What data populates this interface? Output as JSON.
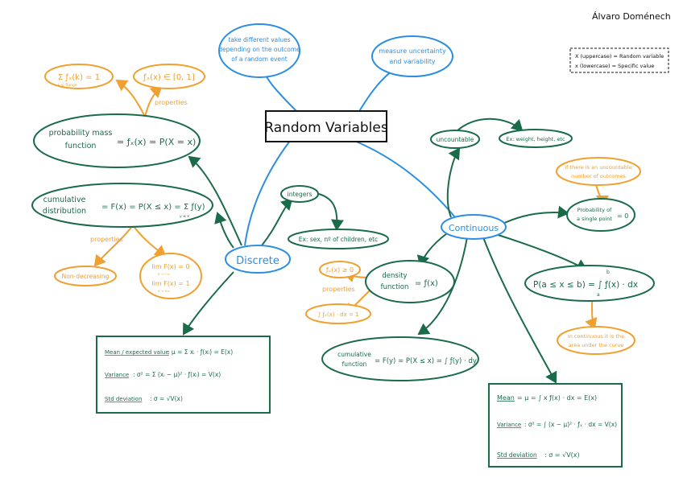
{
  "author": "Álvaro Doménech",
  "legend": {
    "line1": "X (uppercase) = Random variable",
    "line2": "x (lowercase) = Specific value"
  },
  "title": "Random Variables",
  "definition": {
    "take_values": [
      "take different values",
      "depending on the outcome",
      "of a random event"
    ],
    "measure": [
      "measure uncertainty",
      "and variability"
    ]
  },
  "discrete": {
    "label": "Discrete",
    "pmf_label": [
      "probability mass",
      "function"
    ],
    "pmf_formula": "= ƒₓ(x) = P(X = x)",
    "sum_rule": "Σ ƒₓ(k) = 1",
    "sum_sub": "k ∈ Range",
    "range_rule": "ƒₓ(x) ∈ [0, 1]",
    "pmf_properties": "properties",
    "cdf_label": [
      "cumulative",
      "distribution"
    ],
    "cdf_formula": "= F(x) = P(X ≤ x) = Σ ƒ(y)",
    "cdf_sub": "y ≤ x",
    "cdf_properties": "properties",
    "non_decreasing": "Non-decreasing",
    "limits": [
      "lim F(x) = 0",
      "lim F(x) = 1"
    ],
    "limit_subs": [
      "x → −∞",
      "x → +∞"
    ],
    "integers": "integers",
    "example": "Ex:  sex, nº of children, etc",
    "stats": {
      "mean_label": "Mean / expected value",
      "mean_formula": ":   μ = Σ xᵢ · ƒ(xᵢ) = E(x)",
      "var_label": "Variance",
      "var_formula": ":  σ² = Σ (xᵢ − μ)² · ƒ(xᵢ) = V(x)",
      "std_label": "Std deviation",
      "std_formula": ":  σ = √V(x)"
    }
  },
  "continuous": {
    "label": "Continuous",
    "uncountable": "uncountable",
    "example": "Ex: weight, height, etc",
    "uncountable_note": [
      "If there is an uncountable",
      "number of outcomes"
    ],
    "point_prob_label": [
      "Probability of",
      "a single point"
    ],
    "point_prob_value": "= 0",
    "density_label": [
      "density",
      "function"
    ],
    "density_formula": "= ƒ(x)",
    "density_rule": "ƒₓ(x) ≥ 0",
    "density_properties": "properties",
    "density_integral": "∫ ƒₓ(x) · dx = 1",
    "interval_formula": "P(a ≤ x ≤ b) = ∫ ƒ(x) · dx",
    "interval_bounds": [
      "b",
      "a"
    ],
    "area_note": [
      "In continuous it is the",
      "area under the curve"
    ],
    "cdf_label": [
      "cumulative",
      "function"
    ],
    "cdf_formula": "= F(y) = P(X ≤ x) = ∫ ƒ(y) · dy",
    "stats": {
      "mean_label": "Mean",
      "mean_formula": "=  μ = ∫ x ƒ(x) · dx = E(x)",
      "var_label": "Variance",
      "var_formula": ":  σ² = ∫ (x − μ)² · ƒₓ · dx = V(x)",
      "std_label": "Std deviation",
      "std_formula": ":  σ = √V(x)"
    }
  },
  "colors": {
    "green": "#1a6b4a",
    "orange": "#f0a030",
    "blue": "#2c8ee0",
    "black": "#111111"
  }
}
